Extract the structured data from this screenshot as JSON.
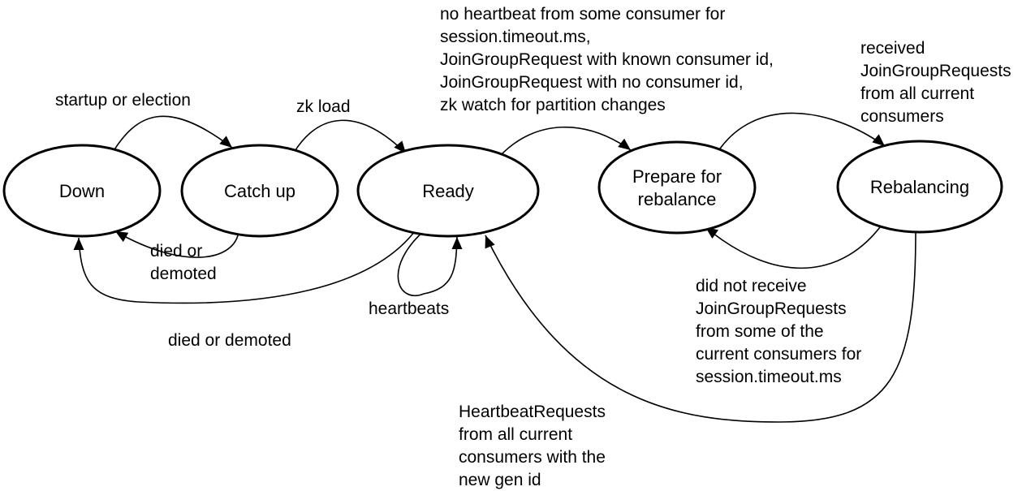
{
  "nodes": [
    {
      "id": "down",
      "label": [
        "Down"
      ]
    },
    {
      "id": "catchup",
      "label": [
        "Catch up"
      ]
    },
    {
      "id": "ready",
      "label": [
        "Ready"
      ]
    },
    {
      "id": "prepare",
      "label": [
        "Prepare for",
        "rebalance"
      ]
    },
    {
      "id": "rebalancing",
      "label": [
        "Rebalancing"
      ]
    }
  ],
  "edges": [
    {
      "id": "startup",
      "from": "down",
      "to": "catchup",
      "label": [
        "startup or election"
      ]
    },
    {
      "id": "zkload",
      "from": "catchup",
      "to": "ready",
      "label": [
        "zk load"
      ]
    },
    {
      "id": "died-catchup",
      "from": "catchup",
      "to": "down",
      "label": [
        "died or",
        "demoted"
      ]
    },
    {
      "id": "died-ready",
      "from": "ready",
      "to": "down",
      "label": [
        "died or demoted"
      ]
    },
    {
      "id": "heartbeats",
      "from": "ready",
      "to": "ready",
      "label": [
        "heartbeats"
      ]
    },
    {
      "id": "ready-prepare",
      "from": "ready",
      "to": "prepare",
      "label": [
        "no heartbeat from some consumer for",
        "session.timeout.ms,",
        "JoinGroupRequest with known consumer id,",
        "JoinGroupRequest with no consumer id,",
        "zk watch for partition changes"
      ]
    },
    {
      "id": "prepare-rebalancing",
      "from": "prepare",
      "to": "rebalancing",
      "label": [
        "received",
        "JoinGroupRequests",
        "from all current",
        "consumers"
      ]
    },
    {
      "id": "rebalancing-prepare",
      "from": "rebalancing",
      "to": "prepare",
      "label": [
        "did not receive",
        "JoinGroupRequests",
        "from some of the",
        "current consumers for",
        "session.timeout.ms"
      ]
    },
    {
      "id": "rebalancing-ready",
      "from": "rebalancing",
      "to": "ready",
      "label": [
        "HeartbeatRequests",
        "from all current",
        "consumers with the",
        "new gen id"
      ]
    }
  ]
}
